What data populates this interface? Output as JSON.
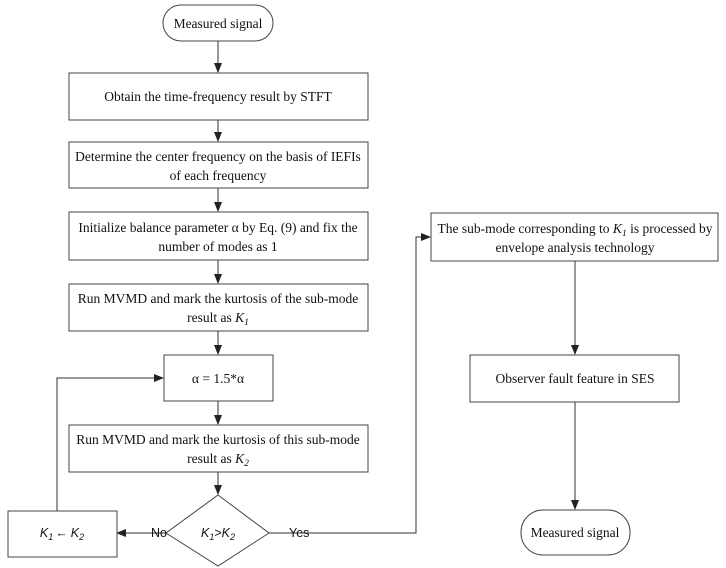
{
  "nodes": {
    "start": {
      "label": "Measured signal"
    },
    "stft": {
      "label": "Obtain the time-frequency result by STFT"
    },
    "center": {
      "line1": "Determine the center frequency on the basis of IEFIs",
      "line2": "of each frequency"
    },
    "init": {
      "line1": "Initialize balance parameter α by Eq. (9) and fix the",
      "line2": "number of modes as 1"
    },
    "run1": {
      "line1": "Run MVMD and mark the kurtosis of the sub-mode",
      "line2_prefix": "result as ",
      "line2_var": "K",
      "line2_sub": "1"
    },
    "update": {
      "label": "α = 1.5*α"
    },
    "run2": {
      "line1": "Run MVMD and mark the kurtosis of this sub-mode",
      "line2_prefix": "result as ",
      "line2_var": "K",
      "line2_sub": "2"
    },
    "decision": {
      "left_var": "K",
      "left_sub": "1",
      "op": ">",
      "right_var": "K",
      "right_sub": "2"
    },
    "assign": {
      "left_var": "K",
      "left_sub": "1",
      "arrow": "←",
      "right_var": "K",
      "right_sub": "2"
    },
    "envelope": {
      "line1_prefix": "The sub-mode corresponding to ",
      "line1_var": "K",
      "line1_sub": "1",
      "line1_suffix": " is processed by",
      "line2": "envelope analysis technology"
    },
    "observe": {
      "label": "Observer fault feature in SES"
    },
    "end": {
      "label": "Measured signal"
    }
  },
  "branches": {
    "no": "No",
    "yes": "Yes"
  }
}
